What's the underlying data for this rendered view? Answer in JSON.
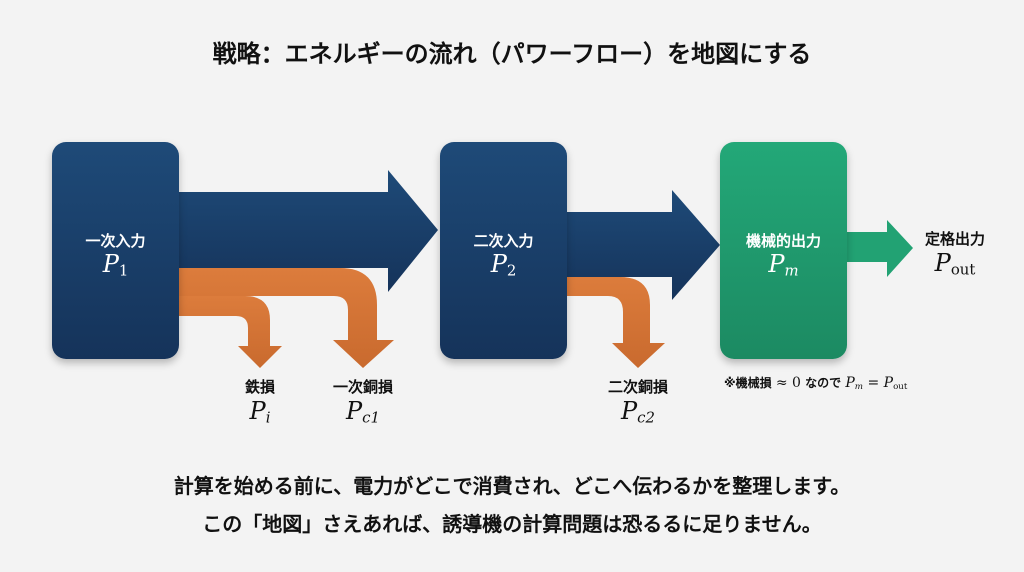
{
  "title": "戦略：エネルギーの流れ（パワーフロー）を地図にする",
  "nodes": {
    "primary_input": {
      "label": "一次入力",
      "symbol": "P",
      "sub": "1"
    },
    "secondary_input": {
      "label": "二次入力",
      "symbol": "P",
      "sub": "2"
    },
    "mechanical_output": {
      "label": "機械的出力",
      "symbol": "P",
      "sub": "m"
    },
    "rated_output": {
      "label": "定格出力",
      "symbol": "P",
      "sub": "out"
    }
  },
  "losses": {
    "iron": {
      "label": "鉄損",
      "symbol": "P",
      "sub": "i"
    },
    "primary_copper": {
      "label": "一次銅損",
      "symbol": "P",
      "sub": "c1"
    },
    "secondary_copper": {
      "label": "二次銅損",
      "symbol": "P",
      "sub": "c2"
    }
  },
  "note": {
    "prefix": "※機械損",
    "approx": "≈ 0",
    "middle": "なので",
    "lhs": "P",
    "lhs_sub": "m",
    "eq": " = ",
    "rhs": "P",
    "rhs_sub": "out"
  },
  "body_lines": [
    "計算を始める前に、電力がどこで消費され、どこへ伝わるかを整理します。",
    "この「地図」さえあれば、誘導機の計算問題は恐るるに足りません。"
  ],
  "colors": {
    "navy": "#1a3f69",
    "green": "#22a273",
    "orange": "#d9783a"
  }
}
